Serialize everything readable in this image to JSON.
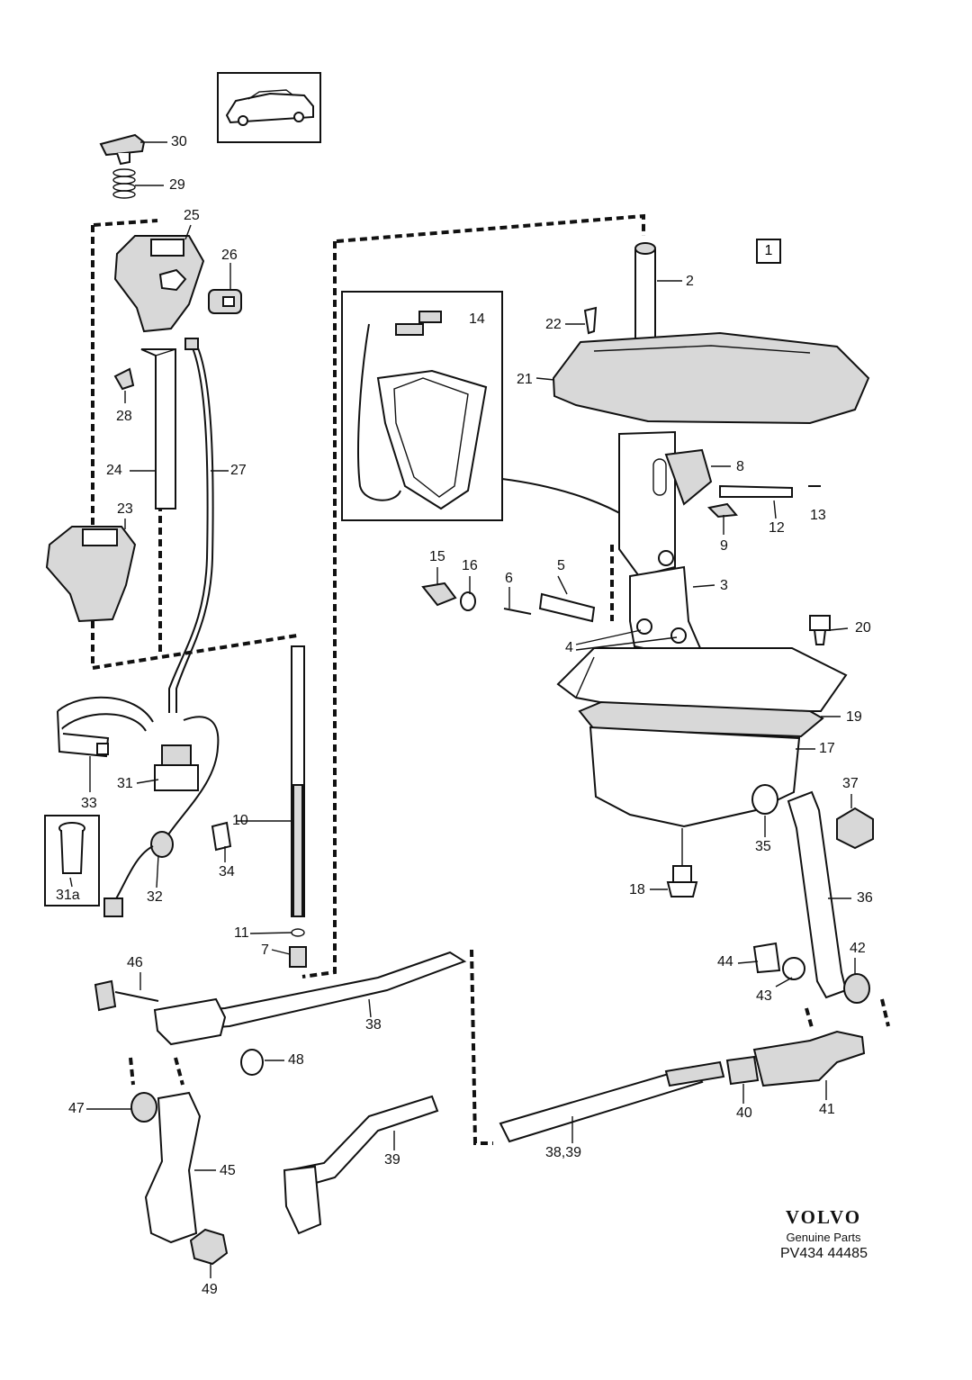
{
  "diagram": {
    "group_box_label": "1",
    "callouts": [
      {
        "id": "c2",
        "text": "2"
      },
      {
        "id": "c3",
        "text": "3"
      },
      {
        "id": "c4",
        "text": "4"
      },
      {
        "id": "c5",
        "text": "5"
      },
      {
        "id": "c6",
        "text": "6"
      },
      {
        "id": "c7",
        "text": "7"
      },
      {
        "id": "c8",
        "text": "8"
      },
      {
        "id": "c9",
        "text": "9"
      },
      {
        "id": "c10",
        "text": "10"
      },
      {
        "id": "c11",
        "text": "11"
      },
      {
        "id": "c12",
        "text": "12"
      },
      {
        "id": "c13",
        "text": "13"
      },
      {
        "id": "c14",
        "text": "14"
      },
      {
        "id": "c15",
        "text": "15"
      },
      {
        "id": "c16",
        "text": "16"
      },
      {
        "id": "c17",
        "text": "17"
      },
      {
        "id": "c18",
        "text": "18"
      },
      {
        "id": "c19",
        "text": "19"
      },
      {
        "id": "c20",
        "text": "20"
      },
      {
        "id": "c21",
        "text": "21"
      },
      {
        "id": "c22",
        "text": "22"
      },
      {
        "id": "c23",
        "text": "23"
      },
      {
        "id": "c24",
        "text": "24"
      },
      {
        "id": "c25",
        "text": "25"
      },
      {
        "id": "c26",
        "text": "26"
      },
      {
        "id": "c27",
        "text": "27"
      },
      {
        "id": "c28",
        "text": "28"
      },
      {
        "id": "c29",
        "text": "29"
      },
      {
        "id": "c30",
        "text": "30"
      },
      {
        "id": "c31",
        "text": "31"
      },
      {
        "id": "c31a",
        "text": "31a"
      },
      {
        "id": "c32",
        "text": "32"
      },
      {
        "id": "c33",
        "text": "33"
      },
      {
        "id": "c34",
        "text": "34"
      },
      {
        "id": "c35",
        "text": "35"
      },
      {
        "id": "c36",
        "text": "36"
      },
      {
        "id": "c37",
        "text": "37"
      },
      {
        "id": "c38",
        "text": "38"
      },
      {
        "id": "c3839",
        "text": "38,39"
      },
      {
        "id": "c39",
        "text": "39"
      },
      {
        "id": "c40",
        "text": "40"
      },
      {
        "id": "c41",
        "text": "41"
      },
      {
        "id": "c42",
        "text": "42"
      },
      {
        "id": "c43",
        "text": "43"
      },
      {
        "id": "c44",
        "text": "44"
      },
      {
        "id": "c45",
        "text": "45"
      },
      {
        "id": "c46",
        "text": "46"
      },
      {
        "id": "c47",
        "text": "47"
      },
      {
        "id": "c48",
        "text": "48"
      },
      {
        "id": "c49",
        "text": "49"
      }
    ]
  },
  "brand": {
    "name": "VOLVO",
    "tagline": "Genuine Parts",
    "code": "PV434 44485"
  }
}
